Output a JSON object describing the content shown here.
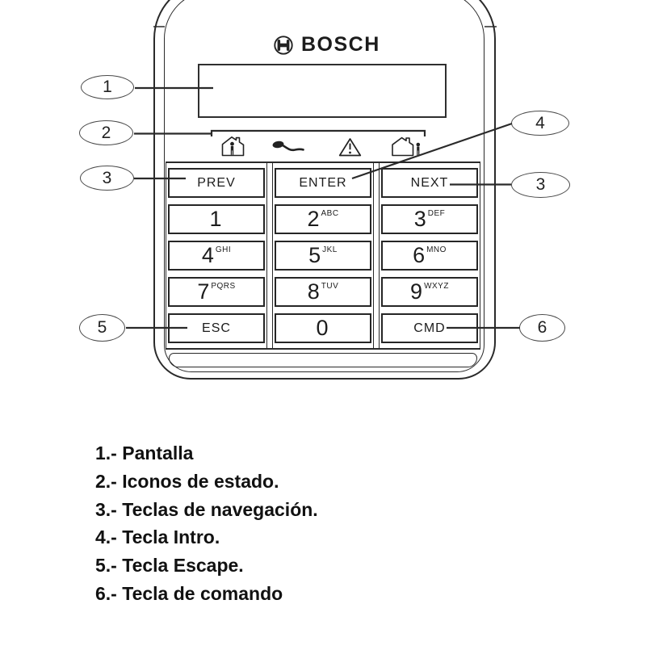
{
  "brand": {
    "name": "BOSCH",
    "logo_icon": "bosch-armature-icon"
  },
  "display": {
    "value": ""
  },
  "status_bar": {
    "icons": [
      {
        "name": "house-person-stay-icon"
      },
      {
        "name": "key-icon"
      },
      {
        "name": "warning-triangle-icon"
      },
      {
        "name": "house-person-away-icon"
      }
    ]
  },
  "keypad": {
    "nav": {
      "prev": "PREV",
      "enter": "ENTER",
      "next": "NEXT",
      "esc": "ESC",
      "cmd": "CMD"
    },
    "digits": {
      "d1": {
        "n": "1",
        "letters": ""
      },
      "d2": {
        "n": "2",
        "letters": "ABC"
      },
      "d3": {
        "n": "3",
        "letters": "DEF"
      },
      "d4": {
        "n": "4",
        "letters": "GHI"
      },
      "d5": {
        "n": "5",
        "letters": "JKL"
      },
      "d6": {
        "n": "6",
        "letters": "MNO"
      },
      "d7": {
        "n": "7",
        "letters": "PQRS"
      },
      "d8": {
        "n": "8",
        "letters": "TUV"
      },
      "d9": {
        "n": "9",
        "letters": "WXYZ"
      },
      "d0": {
        "n": "0",
        "letters": ""
      }
    }
  },
  "callouts": {
    "one": "1",
    "two": "2",
    "three_left": "3",
    "four": "4",
    "three_right": "3",
    "five": "5",
    "six": "6"
  },
  "legend": {
    "items": [
      "1.- Pantalla",
      "2.- Iconos de estado.",
      "3.- Teclas de navegación.",
      "4.- Tecla Intro.",
      "5.- Tecla Escape.",
      "6.- Tecla de comando"
    ]
  },
  "colors": {
    "outline": "#2a2a2a",
    "text": "#111111",
    "background": "#ffffff"
  }
}
